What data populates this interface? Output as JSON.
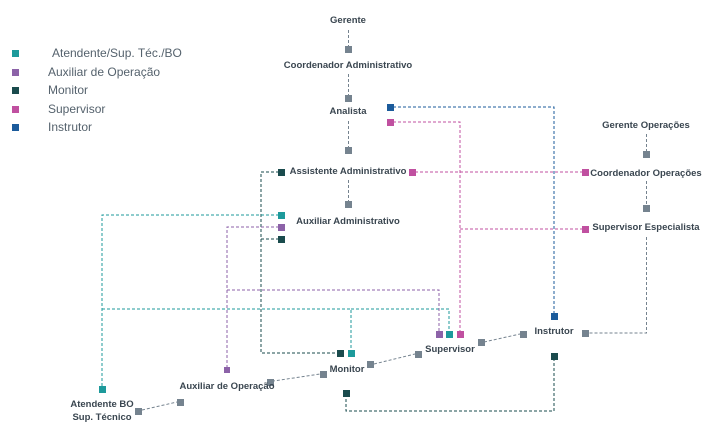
{
  "colors": {
    "teal": "#1d9a9b",
    "purple": "#8c62a8",
    "darkgreen": "#1a4b4d",
    "magenta": "#c050a0",
    "blue": "#1b5b9b",
    "gray": "#75838f"
  },
  "legend": [
    {
      "label": "Atendente/Sup. Téc./BO",
      "color": "#1d9a9b"
    },
    {
      "label": "Auxiliar de Operação",
      "color": "#8c62a8"
    },
    {
      "label": "Monitor",
      "color": "#1a4b4d"
    },
    {
      "label": "Supervisor",
      "color": "#c050a0"
    },
    {
      "label": "Instrutor",
      "color": "#1b5b9b"
    }
  ],
  "nodes": {
    "gerente": "Gerente",
    "coordenador_administrativo": "Coordenador Administrativo",
    "analista": "Analista",
    "assistente_administrativo": "Assistente Administrativo",
    "auxiliar_administrativo": "Auxiliar Administrativo",
    "gerente_operacoes": "Gerente Operações",
    "coordenador_operacoes": "Coordenador Operações",
    "supervisor_especialista": "Supervisor Especialista",
    "instrutor": "Instrutor",
    "supervisor": "Supervisor",
    "monitor": "Monitor",
    "auxiliar_operacao": "Auxiliar de Operação",
    "atendente_bo_line1": "Atendente BO",
    "atendente_bo_line2": "Sup. Técnico"
  }
}
